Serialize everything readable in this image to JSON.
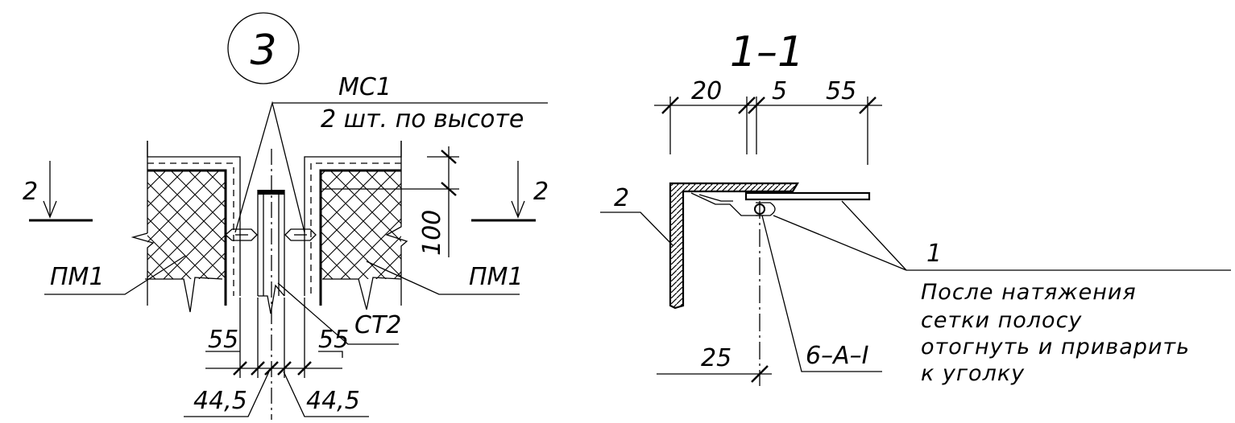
{
  "detail_3": {
    "circle_label": "3",
    "leader_top_label": "МС1",
    "leader_top_note": "2 шт. по высоте",
    "section_mark_left": "2",
    "section_mark_right": "2",
    "panel_left_label": "ПМ1",
    "panel_right_label": "ПМ1",
    "strip_label": "СТ2",
    "dim_height": "100",
    "dim_left_55": "55",
    "dim_right_55": "55",
    "dim_left_445": "44,5",
    "dim_right_445": "44,5"
  },
  "section_1_1": {
    "title": "1–1",
    "dim_20": "20",
    "dim_5": "5",
    "dim_55": "55",
    "dim_25": "25",
    "label_2": "2",
    "label_1": "1",
    "label_rod": "6–A–I",
    "note": [
      "После натяжения",
      "сетки полосу",
      "отогнуть и приварить",
      "к уголку"
    ]
  }
}
